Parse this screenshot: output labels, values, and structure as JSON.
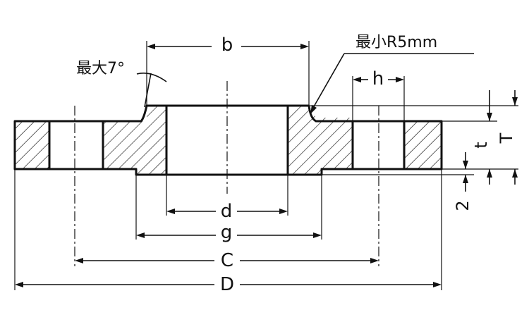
{
  "labels": {
    "b": "b",
    "h": "h",
    "d": "d",
    "g": "g",
    "C": "C",
    "D": "D",
    "t": "t",
    "T": "T",
    "two": "2",
    "max_angle": "最大7°",
    "min_radius": "最小R5mm"
  }
}
